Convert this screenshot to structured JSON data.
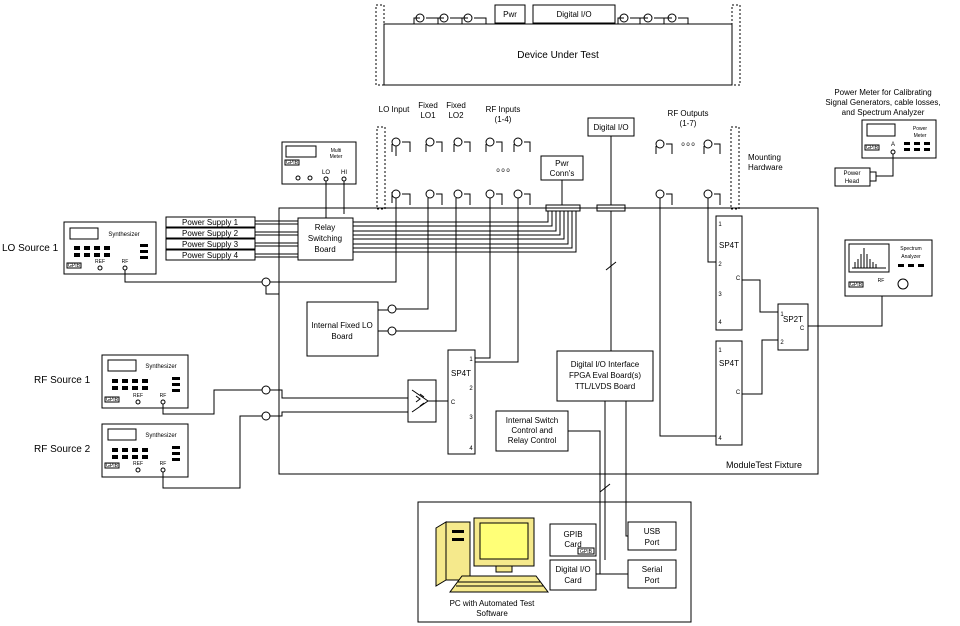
{
  "dut": {
    "title": "Device Under Test",
    "pwr": "Pwr",
    "digital_io": "Digital I/O"
  },
  "ports": {
    "lo_input": "LO Input",
    "fixed_lo1": [
      "Fixed",
      "LO1"
    ],
    "fixed_lo2": [
      "Fixed",
      "LO2"
    ],
    "rf_inputs": [
      "RF Inputs",
      "(1-4)"
    ],
    "rf_outputs": [
      "RF Outputs",
      "(1-7)"
    ],
    "digital_io": "Digital I/O",
    "pwr_conns": [
      "Pwr",
      "Conn's"
    ],
    "mounting": [
      "Mounting",
      "Hardware"
    ],
    "ellipsis": "o o o"
  },
  "multimeter": {
    "title": [
      "Multi",
      "Meter"
    ],
    "lo": "LO",
    "hi": "HI",
    "gpib": "GPIB"
  },
  "power_meter": {
    "caption": [
      "Power Meter for Calibrating",
      "Signal Generators, cable losses,",
      "and Spectrum Analyzer"
    ],
    "title": [
      "Power",
      "Meter"
    ],
    "channel": "A",
    "gpib": "GPIB",
    "head": [
      "Power",
      "Head"
    ]
  },
  "spectrum_analyzer": {
    "title": [
      "Spectrum",
      "Analyzer"
    ],
    "gpib": "GPIB",
    "rf": "RF"
  },
  "sources": {
    "lo1": {
      "label": "LO Source 1",
      "title": "Synthesizer",
      "ref": "REF",
      "rf": "RF",
      "gpib": "GPIB"
    },
    "rf1": {
      "label": "RF Source 1",
      "title": "Synthesizer",
      "ref": "REF",
      "rf": "RF",
      "gpib": "GPIB"
    },
    "rf2": {
      "label": "RF Source 2",
      "title": "Synthesizer",
      "ref": "REF",
      "rf": "RF",
      "gpib": "GPIB"
    }
  },
  "power_supplies": [
    "Power Supply 1",
    "Power Supply 2",
    "Power Supply 3",
    "Power Supply 4"
  ],
  "relay_board": [
    "Relay",
    "Switching",
    "Board"
  ],
  "fixed_lo_board": [
    "Internal Fixed LO",
    "Board"
  ],
  "sp4t": {
    "title": "SP4T",
    "ports": [
      "1",
      "2",
      "3",
      "4"
    ],
    "common": "C"
  },
  "sp2t": {
    "title": "SP2T",
    "ports": [
      "1",
      "2"
    ],
    "common": "C"
  },
  "digital_interface": [
    "Digital I/O Interface",
    "FPGA Eval Board(s)",
    "TTL/LVDS Board"
  ],
  "switch_control": [
    "Internal Switch",
    "Control and",
    "Relay Control"
  ],
  "fixture_label": "ModuleTest Fixture",
  "pc": {
    "caption": [
      "PC with Automated Test",
      "Software"
    ],
    "gpib_card": [
      "GPIB",
      "Card"
    ],
    "gpib_tag": "GPIB",
    "digital_card": [
      "Digital I/O",
      "Card"
    ],
    "usb": [
      "USB",
      "Port"
    ],
    "serial": [
      "Serial",
      "Port"
    ]
  }
}
